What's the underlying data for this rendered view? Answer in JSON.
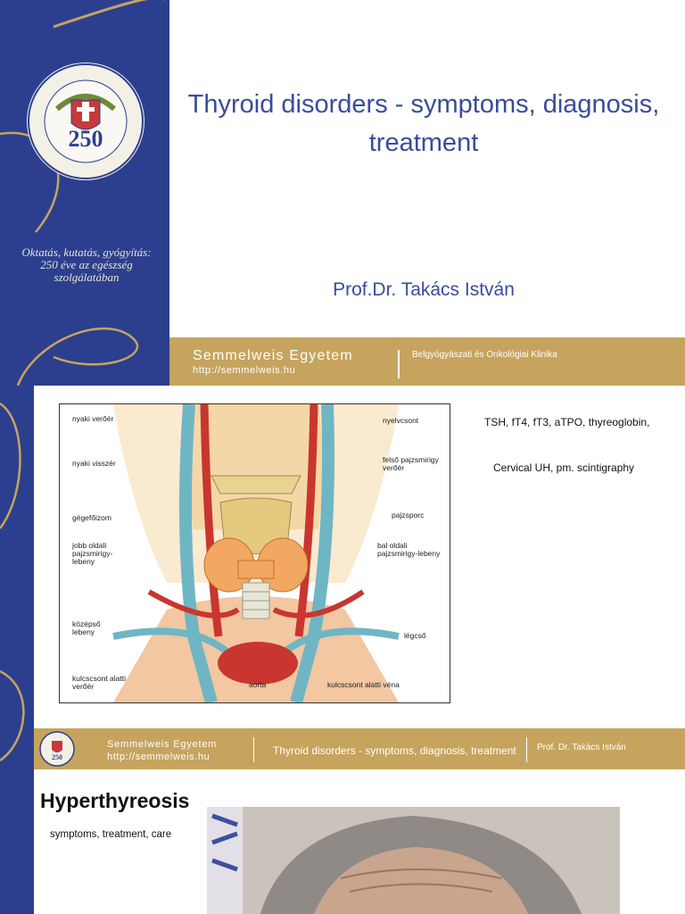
{
  "slide1": {
    "motto": "Oktatás, kutatás, gyógyítás: 250 éve az egészség szolgálatában",
    "title": "Thyroid disorders - symptoms, diagnosis, treatment",
    "author": "Prof.Dr. Takács István",
    "footer": {
      "university": "Semmelweis Egyetem",
      "url": "http://semmelweis.hu",
      "clinic": "Belgyógyászati és Onkológiai Klinika"
    }
  },
  "slide2": {
    "tests": "TSH, fT4, fT3, aTPO, thyreoglobin,",
    "imaging": "Cervical UH, pm. scintigraphy",
    "diagram_labels": {
      "nyaki_verouer": "nyaki verőér",
      "nyaki_visszer": "nyaki visszér",
      "gegefolizom": "gégefőizom",
      "jobb_lebeny": "jobb oldali pajzsmirigy-lebeny",
      "kozepso_lebeny": "középső lebeny",
      "kulcscsont_verouer": "kulcscsont alatti verőér",
      "aorta": "aorta",
      "nyelvcsont": "nyelvcsont",
      "felso_verouer": "felső pajzsmirigy verőér",
      "pajzsporc": "pajzsporc",
      "bal_lebeny": "bal oldali pajzsmirigy-lebeny",
      "legcso": "légcső",
      "kulcscsont_vena": "kulcscsont alatti véna"
    },
    "footer": {
      "university": "Semmelweis Egyetem",
      "url": "http://semmelweis.hu",
      "topic": "Thyroid disorders - symptoms, diagnosis, treatment",
      "professor": "Prof. Dr. Takács István"
    }
  },
  "slide3": {
    "title": "Hyperthyreosis",
    "subtitle": "symptoms, treatment, care"
  },
  "colors": {
    "navy": "#2c3f8f",
    "gold": "#c6a45e",
    "title_blue": "#3a4c9c"
  }
}
